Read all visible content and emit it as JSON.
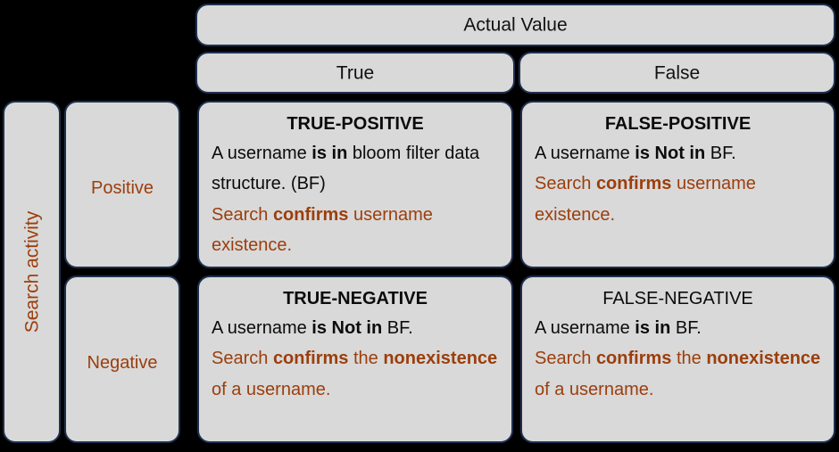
{
  "colors": {
    "background": "#000000",
    "box_fill": "#D9D9D9",
    "box_border": "#1F3050",
    "text_primary": "#0B0B0B",
    "accent_brown": "#9C3E0C"
  },
  "header": {
    "actual_value": "Actual Value",
    "columns": [
      {
        "label": "True"
      },
      {
        "label": "False"
      }
    ]
  },
  "axis": {
    "title": "Search activity",
    "rows": [
      {
        "label": "Positive"
      },
      {
        "label": "Negative"
      }
    ]
  },
  "cells": {
    "true_positive": {
      "title": "TRUE-POSITIVE",
      "title_bold": true,
      "body_parts": [
        {
          "text": "A username ",
          "bold": false
        },
        {
          "text": "is in",
          "bold": true
        },
        {
          "text": " bloom filter data structure. (BF)",
          "bold": false
        }
      ],
      "note_parts": [
        {
          "text": "Search ",
          "bold": false
        },
        {
          "text": "confirms",
          "bold": true
        },
        {
          "text": " username existence.",
          "bold": false
        }
      ]
    },
    "false_positive": {
      "title": "FALSE-POSITIVE",
      "title_bold": true,
      "body_parts": [
        {
          "text": "A username ",
          "bold": false
        },
        {
          "text": "is Not in",
          "bold": true
        },
        {
          "text": " BF.",
          "bold": false
        }
      ],
      "note_parts": [
        {
          "text": "Search ",
          "bold": false
        },
        {
          "text": "confirms",
          "bold": true
        },
        {
          "text": " username existence.",
          "bold": false
        }
      ]
    },
    "true_negative": {
      "title": "TRUE-NEGATIVE",
      "title_bold": true,
      "body_parts": [
        {
          "text": "A username ",
          "bold": false
        },
        {
          "text": "is Not in",
          "bold": true
        },
        {
          "text": " BF.",
          "bold": false
        }
      ],
      "note_parts": [
        {
          "text": "Search ",
          "bold": false
        },
        {
          "text": "confirms",
          "bold": true
        },
        {
          "text": " the ",
          "bold": false
        },
        {
          "text": "nonexistence",
          "bold": true
        },
        {
          "text": " of a username.",
          "bold": false
        }
      ]
    },
    "false_negative": {
      "title": "FALSE-NEGATIVE",
      "title_bold": false,
      "body_parts": [
        {
          "text": "A username ",
          "bold": false
        },
        {
          "text": "is in",
          "bold": true
        },
        {
          "text": " BF.",
          "bold": false
        }
      ],
      "note_parts": [
        {
          "text": "Search ",
          "bold": false
        },
        {
          "text": "confirms",
          "bold": true
        },
        {
          "text": " the ",
          "bold": false
        },
        {
          "text": "nonexistence",
          "bold": true
        },
        {
          "text": " of a username.",
          "bold": false
        }
      ]
    }
  }
}
